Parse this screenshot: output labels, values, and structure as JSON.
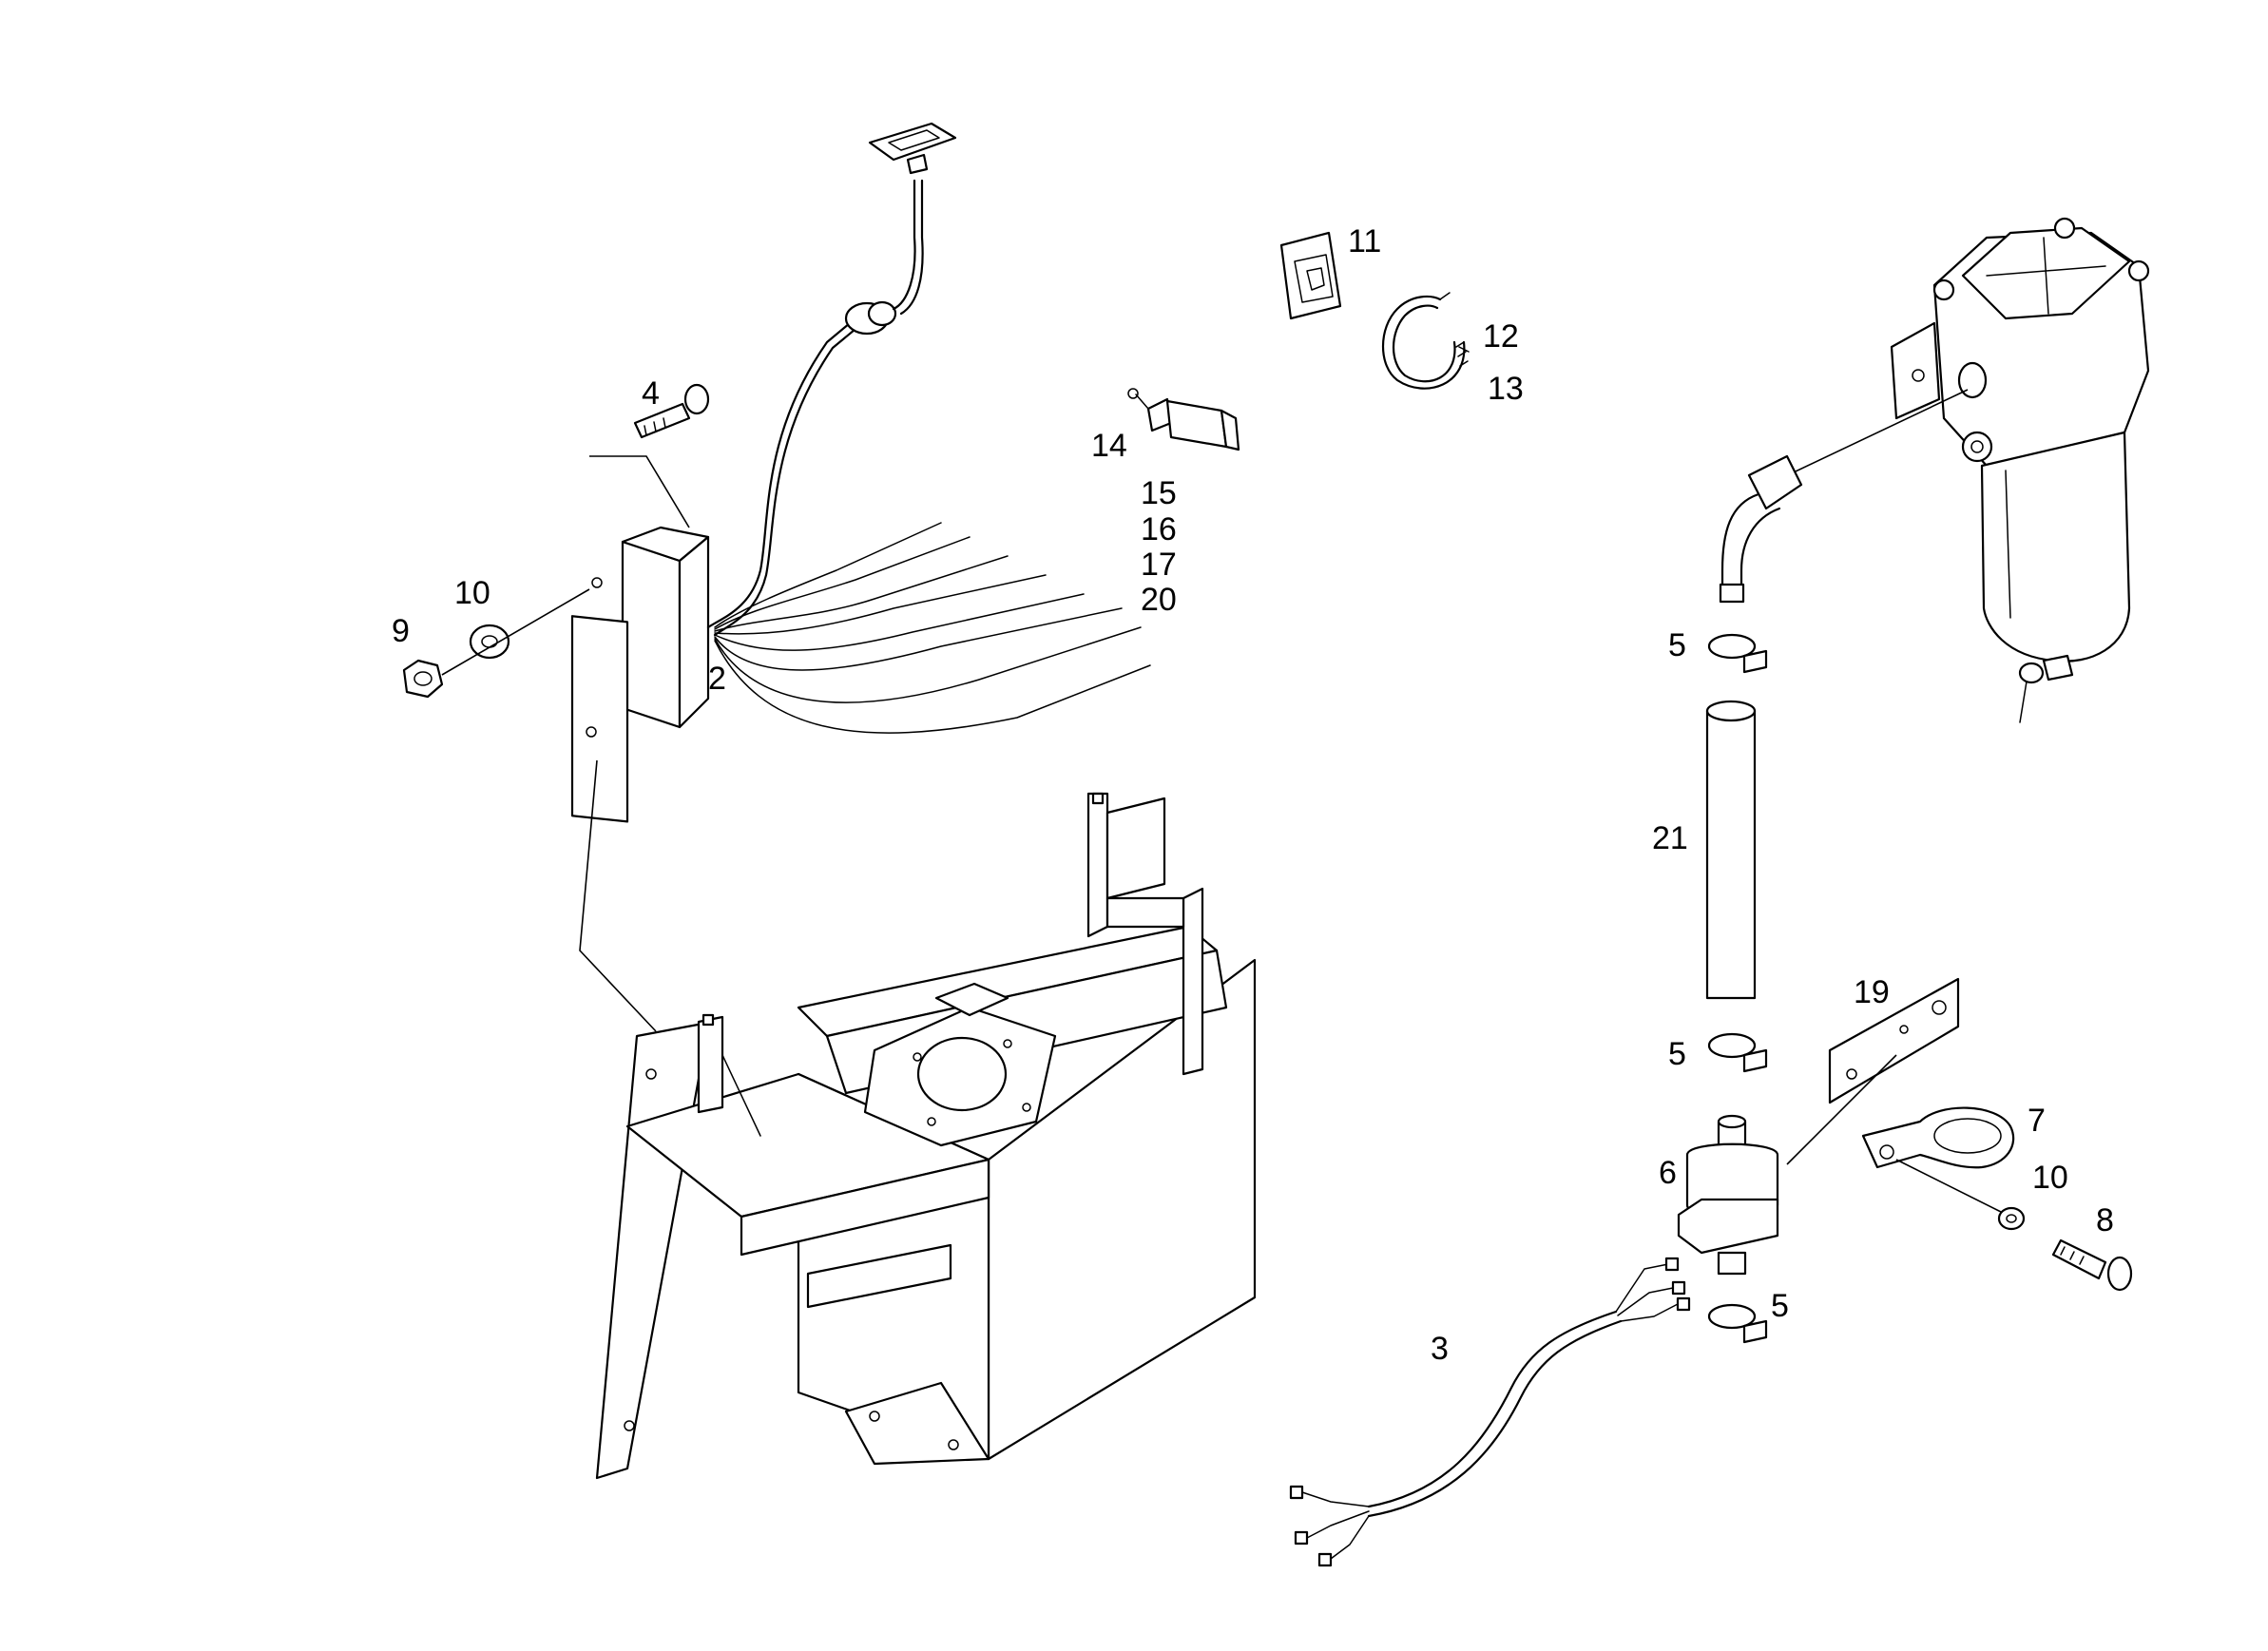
{
  "labels": {
    "p2": "2",
    "p3": "3",
    "p4": "4",
    "p5a": "5",
    "p5b": "5",
    "p5c": "5",
    "p6": "6",
    "p7": "7",
    "p8": "8",
    "p9": "9",
    "p10a": "10",
    "p10b": "10",
    "p11": "11",
    "p12": "12",
    "p13": "13",
    "p14": "14",
    "p15": "15",
    "p16": "16",
    "p17": "17",
    "p19": "19",
    "p20": "20",
    "p21": "21"
  }
}
